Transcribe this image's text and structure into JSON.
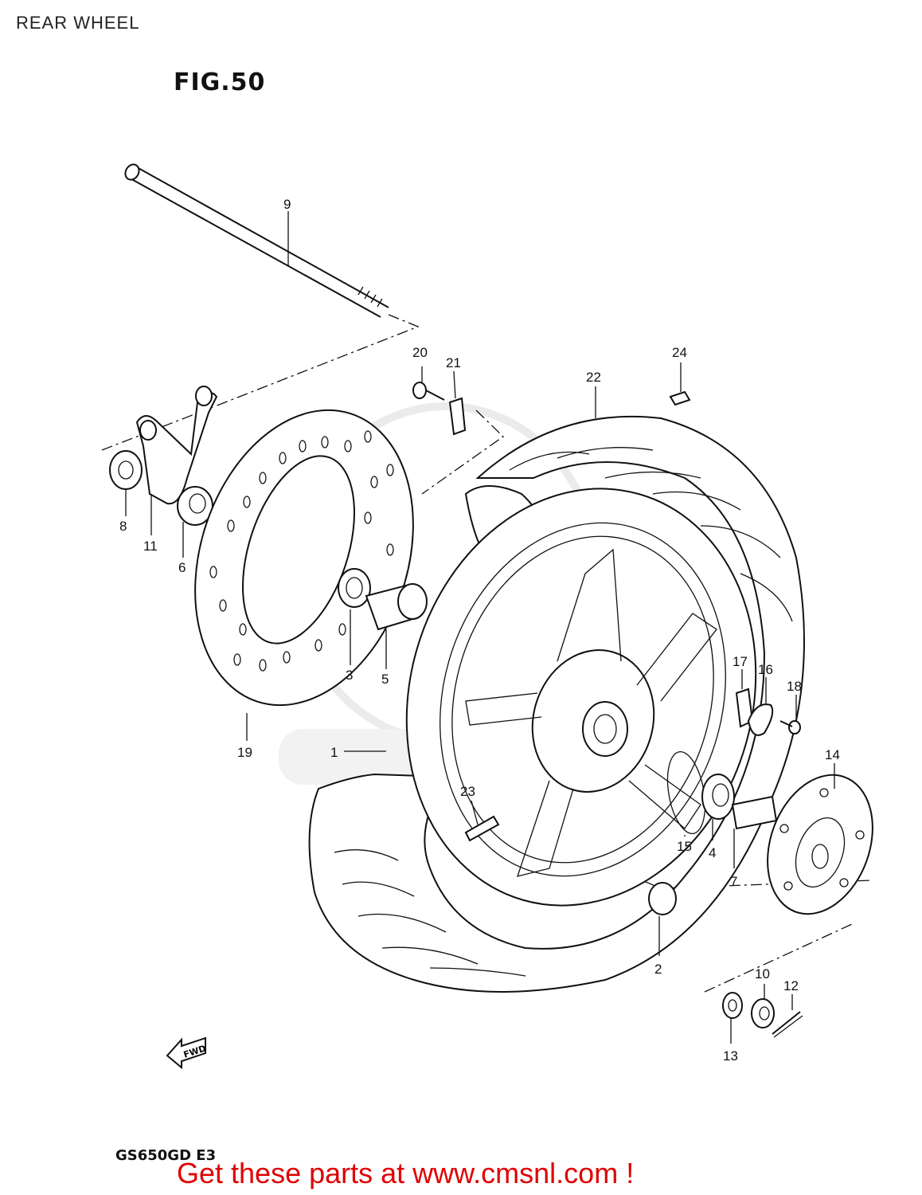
{
  "page": {
    "title": "REAR WHEEL",
    "figure_label": "FIG.50",
    "model_code": "GS650GD E3",
    "call_to_action": "Get these parts at www.cmsnl.com !",
    "fwd_arrow_label": "FWD"
  },
  "callouts": [
    {
      "id": "c1",
      "number": "1"
    },
    {
      "id": "c2",
      "number": "2"
    },
    {
      "id": "c3",
      "number": "3"
    },
    {
      "id": "c4",
      "number": "4"
    },
    {
      "id": "c5",
      "number": "5"
    },
    {
      "id": "c6",
      "number": "6"
    },
    {
      "id": "c7",
      "number": "7"
    },
    {
      "id": "c8",
      "number": "8"
    },
    {
      "id": "c9",
      "number": "9"
    },
    {
      "id": "c10",
      "number": "10"
    },
    {
      "id": "c11",
      "number": "11"
    },
    {
      "id": "c12",
      "number": "12"
    },
    {
      "id": "c13",
      "number": "13"
    },
    {
      "id": "c14",
      "number": "14"
    },
    {
      "id": "c15",
      "number": "15"
    },
    {
      "id": "c16",
      "number": "16"
    },
    {
      "id": "c17",
      "number": "17"
    },
    {
      "id": "c18",
      "number": "18"
    },
    {
      "id": "c19",
      "number": "19"
    },
    {
      "id": "c20",
      "number": "20"
    },
    {
      "id": "c21",
      "number": "21"
    },
    {
      "id": "c22",
      "number": "22"
    },
    {
      "id": "c23",
      "number": "23"
    },
    {
      "id": "c24",
      "number": "24"
    }
  ],
  "colors": {
    "line": "#111111",
    "cta": "#e00000",
    "watermark": "#d8d8d8"
  }
}
